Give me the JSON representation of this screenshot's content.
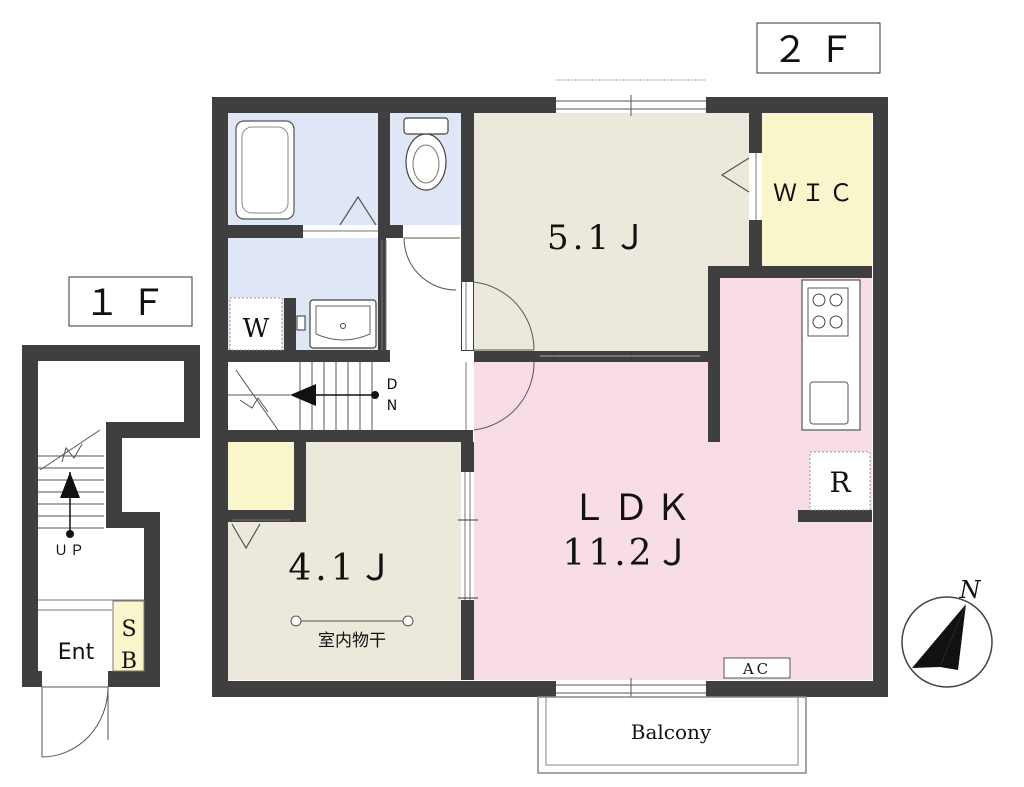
{
  "floor_labels": {
    "second": "２Ｆ",
    "first": "１Ｆ"
  },
  "rooms": {
    "western_5": "5.1Ｊ",
    "wic": "ＷＩＣ",
    "ldk_name": "ＬＤＫ",
    "ldk_size": "11.2Ｊ",
    "western_4": "4.1Ｊ",
    "drying_rack": "室内物干",
    "refrigerator": "R",
    "washer": "W",
    "aircon": "AC",
    "balcony": "Balcony",
    "entrance": "Ent",
    "shoebox_s": "S",
    "shoebox_b": "B"
  },
  "stairs": {
    "down_d": "D",
    "down_n": "N",
    "up": "ＵＰ"
  },
  "compass": {
    "north": "N"
  },
  "colors": {
    "wall": "#3f3f3f",
    "western_room": "#ece9dc",
    "ldk": "#f9dde4",
    "wic": "#faf6cc",
    "bath": "#dfe6f5",
    "closet": "#faf6cc"
  }
}
